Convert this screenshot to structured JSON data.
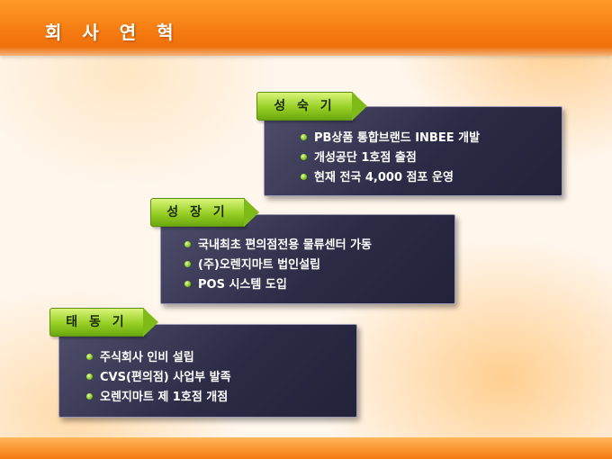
{
  "header": {
    "title": "회 사 연 혁"
  },
  "stages": [
    {
      "label": "성 숙 기",
      "items": [
        "PB상품 통합브랜드 INBEE 개발",
        "개성공단 1호점 출점",
        "현재 전국 4,000 점포 운영"
      ]
    },
    {
      "label": "성 장 기",
      "items": [
        "국내최초 편의점전용 물류센터 가동",
        "(주)오렌지마트 법인설립",
        "POS 시스템 도입"
      ]
    },
    {
      "label": "태 동 기",
      "items": [
        "주식회사 인비 설립",
        "CVS(편의점) 사업부 발족",
        "오렌지마트 제 1호점 개점"
      ]
    }
  ],
  "colors": {
    "header": "#f57a10",
    "panel": "#2b2b46",
    "tag": "#97cf25",
    "bullet": "#7cc41c"
  }
}
